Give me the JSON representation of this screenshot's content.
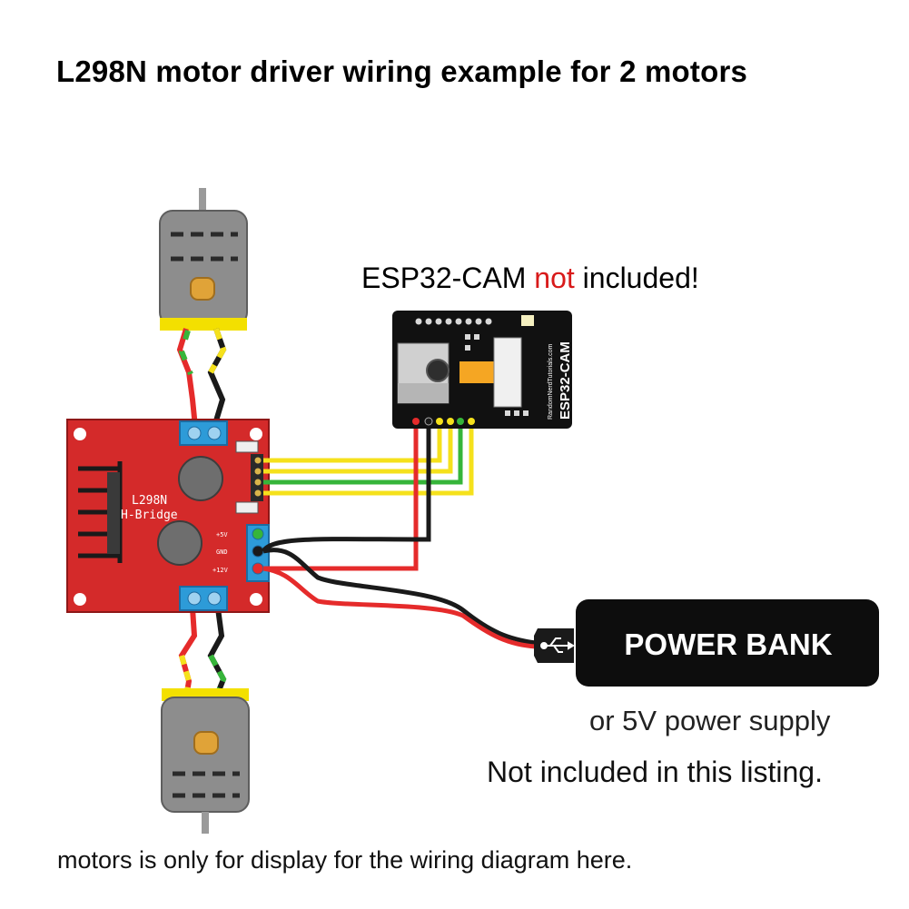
{
  "title": "L298N motor driver wiring example for 2 motors",
  "esp_caption": {
    "prefix": "ESP32-CAM",
    "highlight": "not",
    "suffix": "included!"
  },
  "esp_board": {
    "silk_text_1": "ESP32-CAM",
    "silk_text_2": "RandomNerdTutorials.com"
  },
  "driver_board": {
    "label_line1": "L298N",
    "label_line2": "H-Bridge",
    "pin_5v": "+5V",
    "pin_gnd": "GND",
    "pin_12v": "+12V"
  },
  "power_bank": {
    "label": "POWER BANK",
    "connector_icon": "usb-icon"
  },
  "alt_supply": "or 5V power supply",
  "not_included": "Not included in this listing.",
  "footnote": "motors is only for display for the wiring diagram here.",
  "colors": {
    "pcb_red": "#d42a2a",
    "terminal_blue": "#2d9bd8",
    "wire_yellow": "#f5e11c",
    "wire_green": "#36b53a",
    "wire_red": "#e52b2b",
    "wire_black": "#1a1a1a",
    "motor_grey": "#8d8d8d",
    "motor_yellow": "#f3e000",
    "highlight_red": "#d81a1a"
  }
}
